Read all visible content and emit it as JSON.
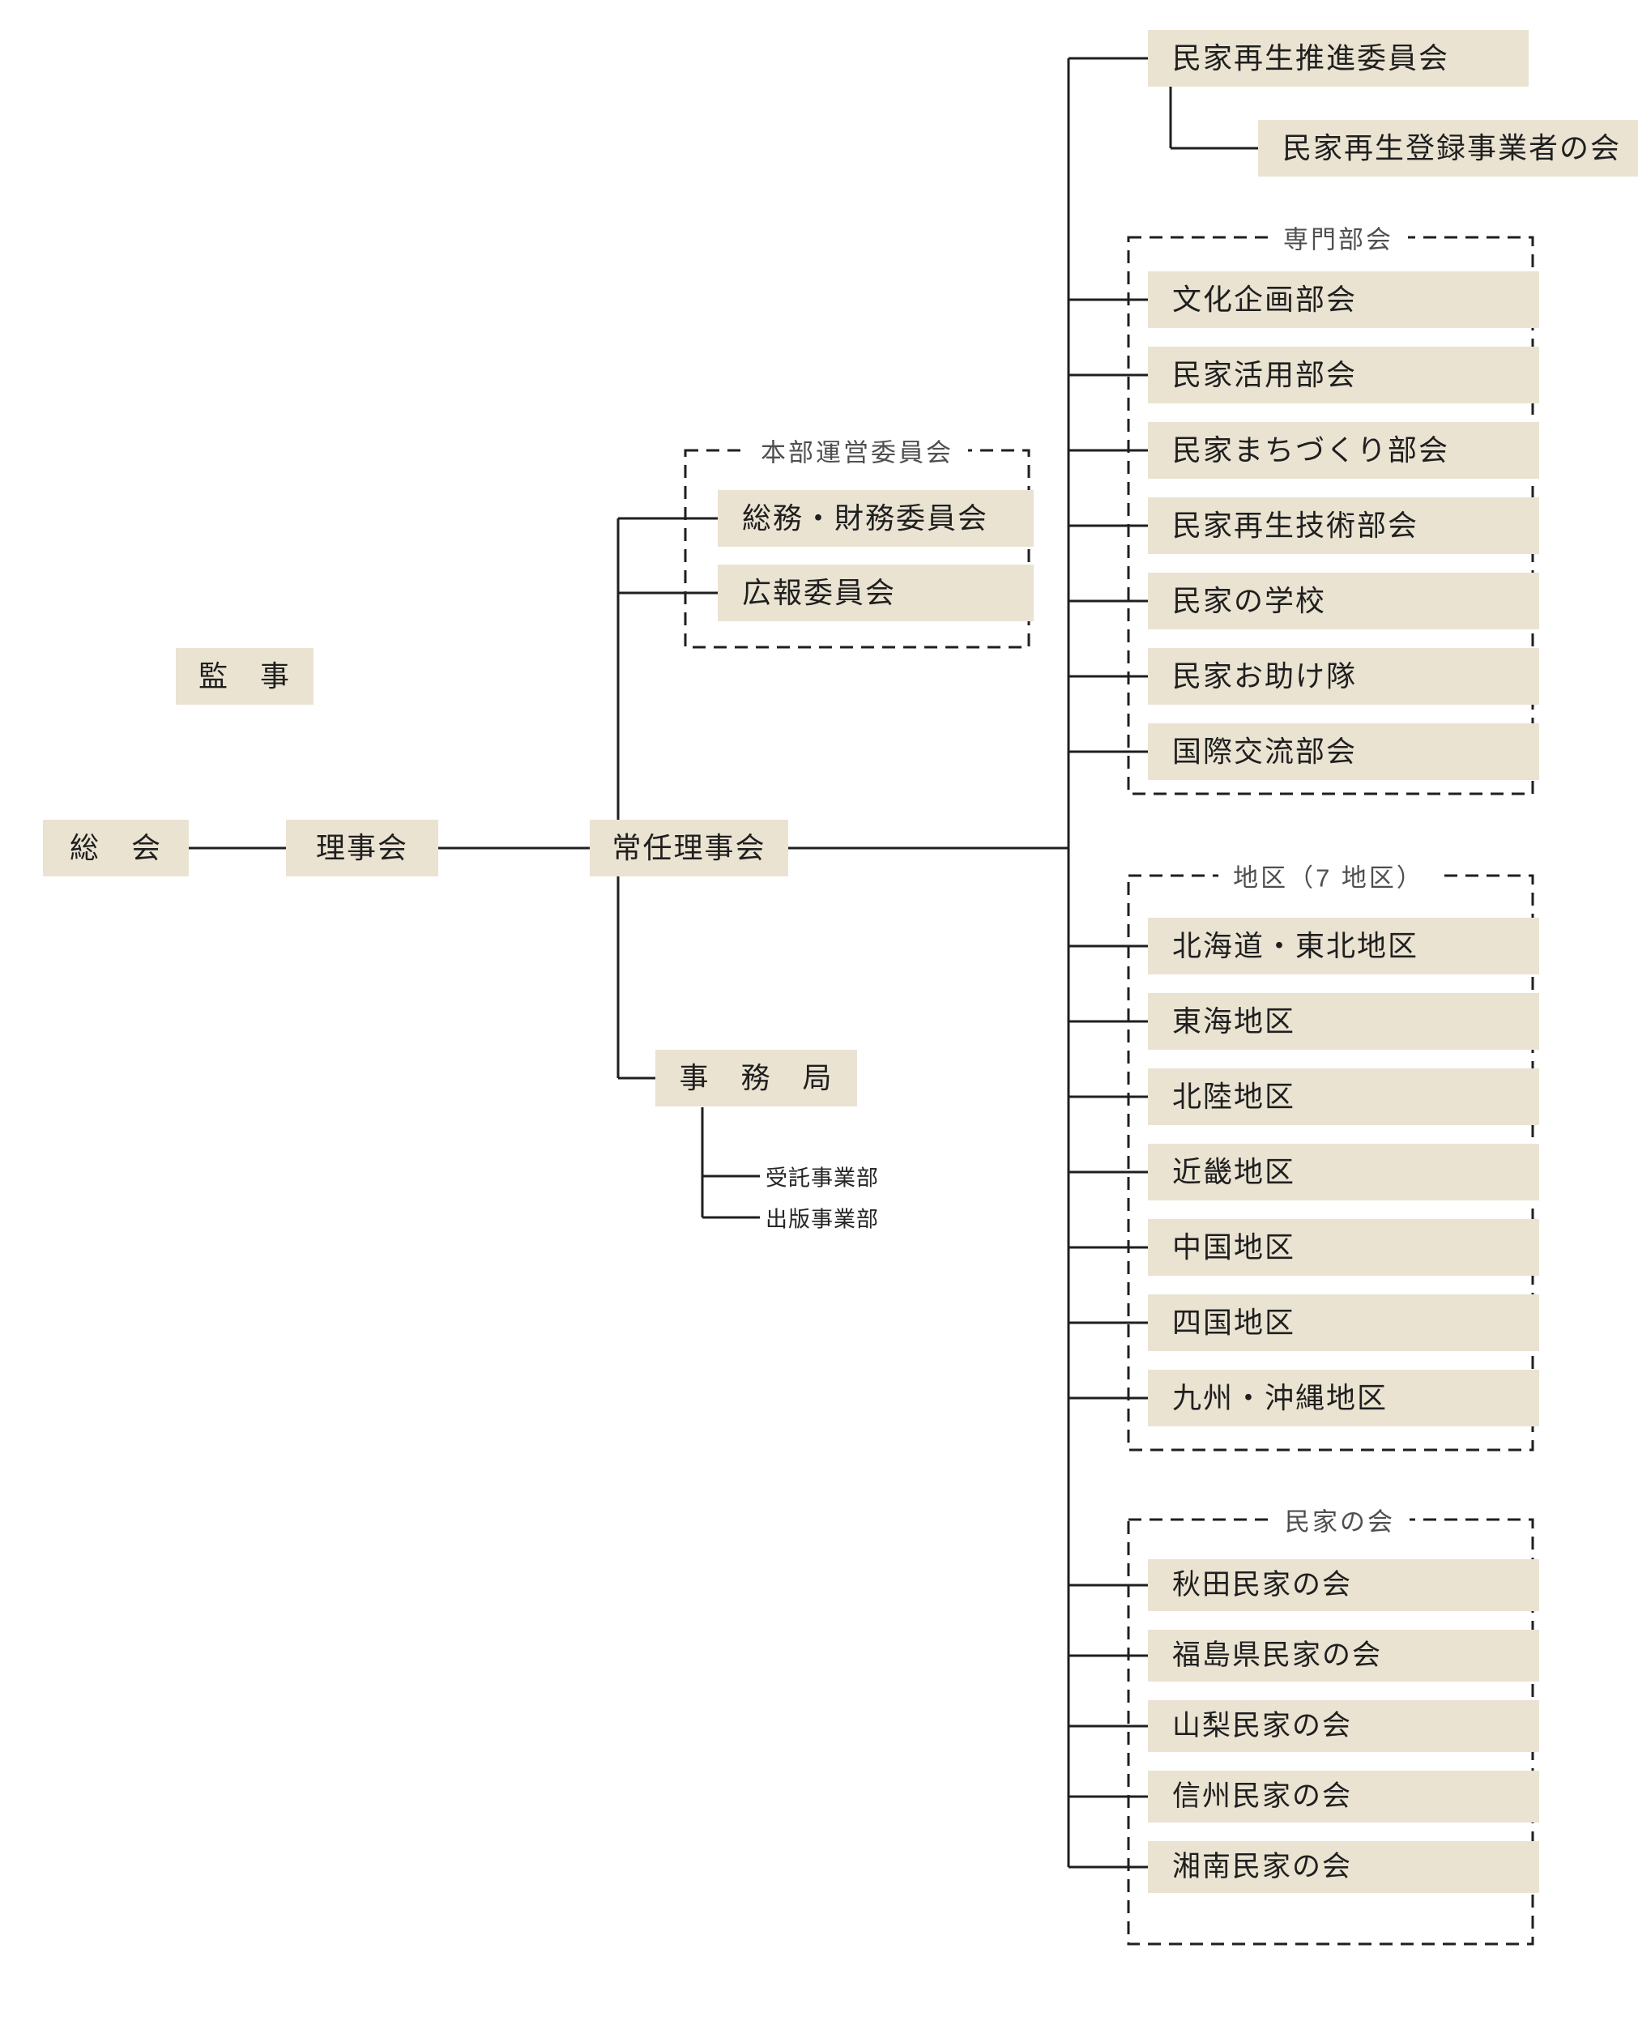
{
  "main_chain": {
    "soukai": "総　会",
    "rijikai": "理事会",
    "jonin_rijikai": "常任理事会"
  },
  "kanji": "監　事",
  "honbu_unei": {
    "label": "本部運営委員会",
    "items": [
      "総務・財務委員会",
      "広報委員会"
    ]
  },
  "jimukyoku": {
    "label": "事　務　局",
    "sub_items": [
      "受託事業部",
      "出版事業部"
    ]
  },
  "suishin": {
    "committee": "民家再生推進委員会",
    "registered": "民家再生登録事業者の会"
  },
  "senmon_bukai": {
    "label": "専門部会",
    "items": [
      "文化企画部会",
      "民家活用部会",
      "民家まちづくり部会",
      "民家再生技術部会",
      "民家の学校",
      "民家お助け隊",
      "国際交流部会"
    ]
  },
  "chiku": {
    "label": "地区（7 地区）",
    "items": [
      "北海道・東北地区",
      "東海地区",
      "北陸地区",
      "近畿地区",
      "中国地区",
      "四国地区",
      "九州・沖縄地区"
    ]
  },
  "minka_no_kai": {
    "label": "民家の会",
    "items": [
      "秋田民家の会",
      "福島県民家の会",
      "山梨民家の会",
      "信州民家の会",
      "湘南民家の会"
    ]
  },
  "colors": {
    "box_fill": "#EAE3D2",
    "line": "#1F1F1F",
    "section_label_text": "#4F4F4F"
  }
}
